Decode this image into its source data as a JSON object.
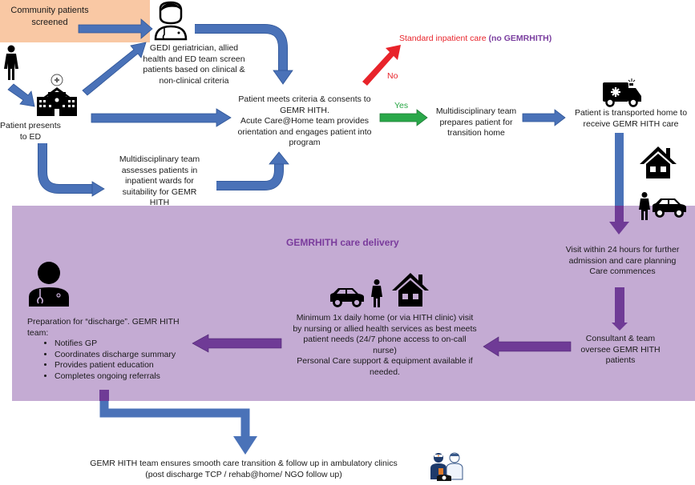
{
  "diagram": {
    "community": {
      "label": "Community patients screened"
    },
    "gedi": {
      "label": "GEDI geriatrician, allied health and ED team screen patients based on clinical & non-clinical criteria"
    },
    "patient_presents": {
      "label": "Patient presents to ED"
    },
    "multidisciplinary_assess": {
      "label": "Multidisciplinary team assesses patients in inpatient wards for suitability for GEMR HITH"
    },
    "meets_criteria": {
      "line1": "Patient meets criteria & consents to GEMR HITH.",
      "line2": "Acute Care@Home team provides orientation and engages patient into program"
    },
    "no_branch": {
      "label": "No",
      "target_red": "Standard inpatient care ",
      "target_purple": "(no GEMRHITH)"
    },
    "yes_branch": {
      "label": "Yes"
    },
    "prepares": {
      "label": "Multidisciplinary team prepares patient for transition home"
    },
    "transported": {
      "label": "Patient is transported home to receive GEMR HITH care"
    },
    "panel": {
      "title": "GEMRHITH care delivery",
      "visit24": {
        "line1": "Visit within 24 hours for further admission and care planning",
        "line2": "Care commences"
      },
      "consultant": {
        "label": "Consultant & team oversee GEMR HITH patients"
      },
      "daily_visit": {
        "line1": "Minimum 1x daily home (or via HITH clinic) visit by nursing or allied health services as best meets patient needs (24/7 phone access to on-call nurse)",
        "line2": "Personal Care support & equipment available if needed."
      },
      "discharge": {
        "heading": "Preparation for “discharge”. GEMR HITH team:",
        "items": [
          "Notifies GP",
          "Coordinates discharge summary",
          "Provides patient education",
          "Completes ongoing referrals"
        ]
      }
    },
    "followup": {
      "line1": "GEMR HITH team ensures smooth care transition & follow up in ambulatory clinics",
      "line2": "(post discharge TCP / rehab@home/ NGO follow up)"
    },
    "colors": {
      "blue_arrow": "#4a72b8",
      "purple_arrow": "#6f3b96",
      "red_arrow": "#e8232a",
      "green_arrow": "#2aa84a",
      "panel_bg": "#c4abd3",
      "community_bg": "#f9c8a4"
    },
    "icons": [
      "doctor-icon",
      "woman-icon",
      "hospital-icon",
      "ambulance-icon",
      "house-icon",
      "car-icon",
      "clinicians-phone-icon"
    ]
  }
}
